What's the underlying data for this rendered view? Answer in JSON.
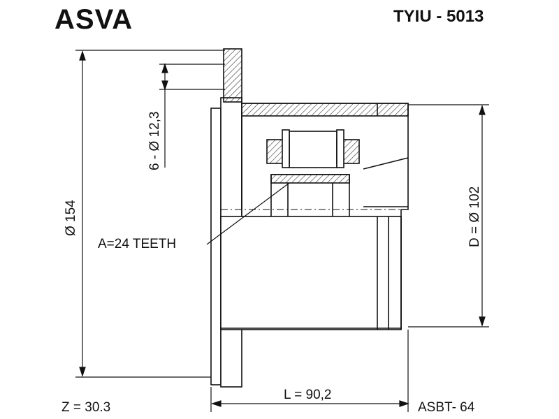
{
  "header": {
    "brand": "ASVA",
    "part_number": "TYIU - 5013"
  },
  "dimensions": {
    "outer_diameter": "Ø 154",
    "bolt_holes": "6 - Ø 12,3",
    "teeth": "A=24 TEETH",
    "inner_diameter": "D = Ø 102",
    "length": "L = 90,2",
    "z_value": "Z = 30.3",
    "boot_code": "ASBT- 64"
  },
  "colors": {
    "line": "#111111",
    "hatch": "#555555",
    "background": "#ffffff"
  }
}
